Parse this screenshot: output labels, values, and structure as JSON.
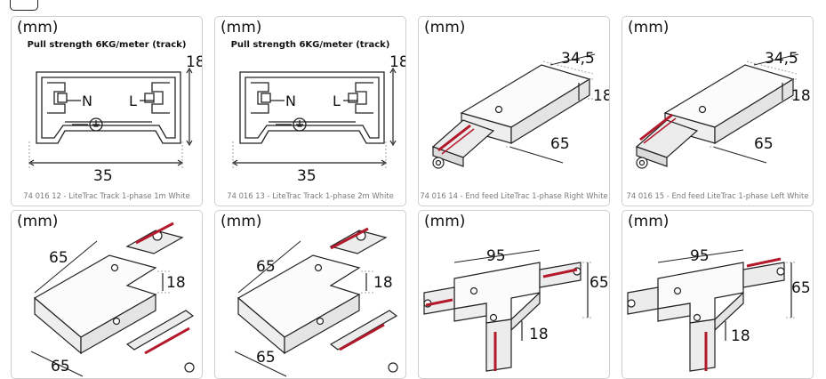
{
  "cards": [
    {
      "unit": "(mm)",
      "spec": "Pull strength 6KG/meter (track)",
      "caption": "74 016 12 - LiteTrac Track 1-phase 1m White",
      "dims": {
        "height": "18",
        "width": "35"
      },
      "labels": {
        "n": "N",
        "l": "L"
      }
    },
    {
      "unit": "(mm)",
      "spec": "Pull strength 6KG/meter (track)",
      "caption": "74 016 13 - LiteTrac Track 1-phase 2m White",
      "dims": {
        "height": "18",
        "width": "35"
      },
      "labels": {
        "n": "N",
        "l": "L"
      }
    },
    {
      "unit": "(mm)",
      "caption": "74 016 14 - End feed LiteTrac 1-phase Right White",
      "dims": {
        "width": "34,5",
        "height": "18",
        "length": "65"
      }
    },
    {
      "unit": "(mm)",
      "caption": "74 016 15 - End feed LiteTrac 1-phase Left White",
      "dims": {
        "width": "34,5",
        "height": "18",
        "length": "65"
      }
    },
    {
      "unit": "(mm)",
      "dims": {
        "top": "65",
        "height": "18",
        "bottom": "65"
      }
    },
    {
      "unit": "(mm)",
      "dims": {
        "top": "65",
        "height": "18",
        "bottom": "65"
      }
    },
    {
      "unit": "(mm)",
      "dims": {
        "width": "95",
        "depth": "65",
        "height": "18"
      }
    },
    {
      "unit": "(mm)",
      "dims": {
        "width": "95",
        "depth": "65",
        "height": "18"
      }
    }
  ],
  "colors": {
    "accent_red": "#b3192a",
    "frame": "#cfcfcf",
    "caption": "#7a7a7a"
  }
}
